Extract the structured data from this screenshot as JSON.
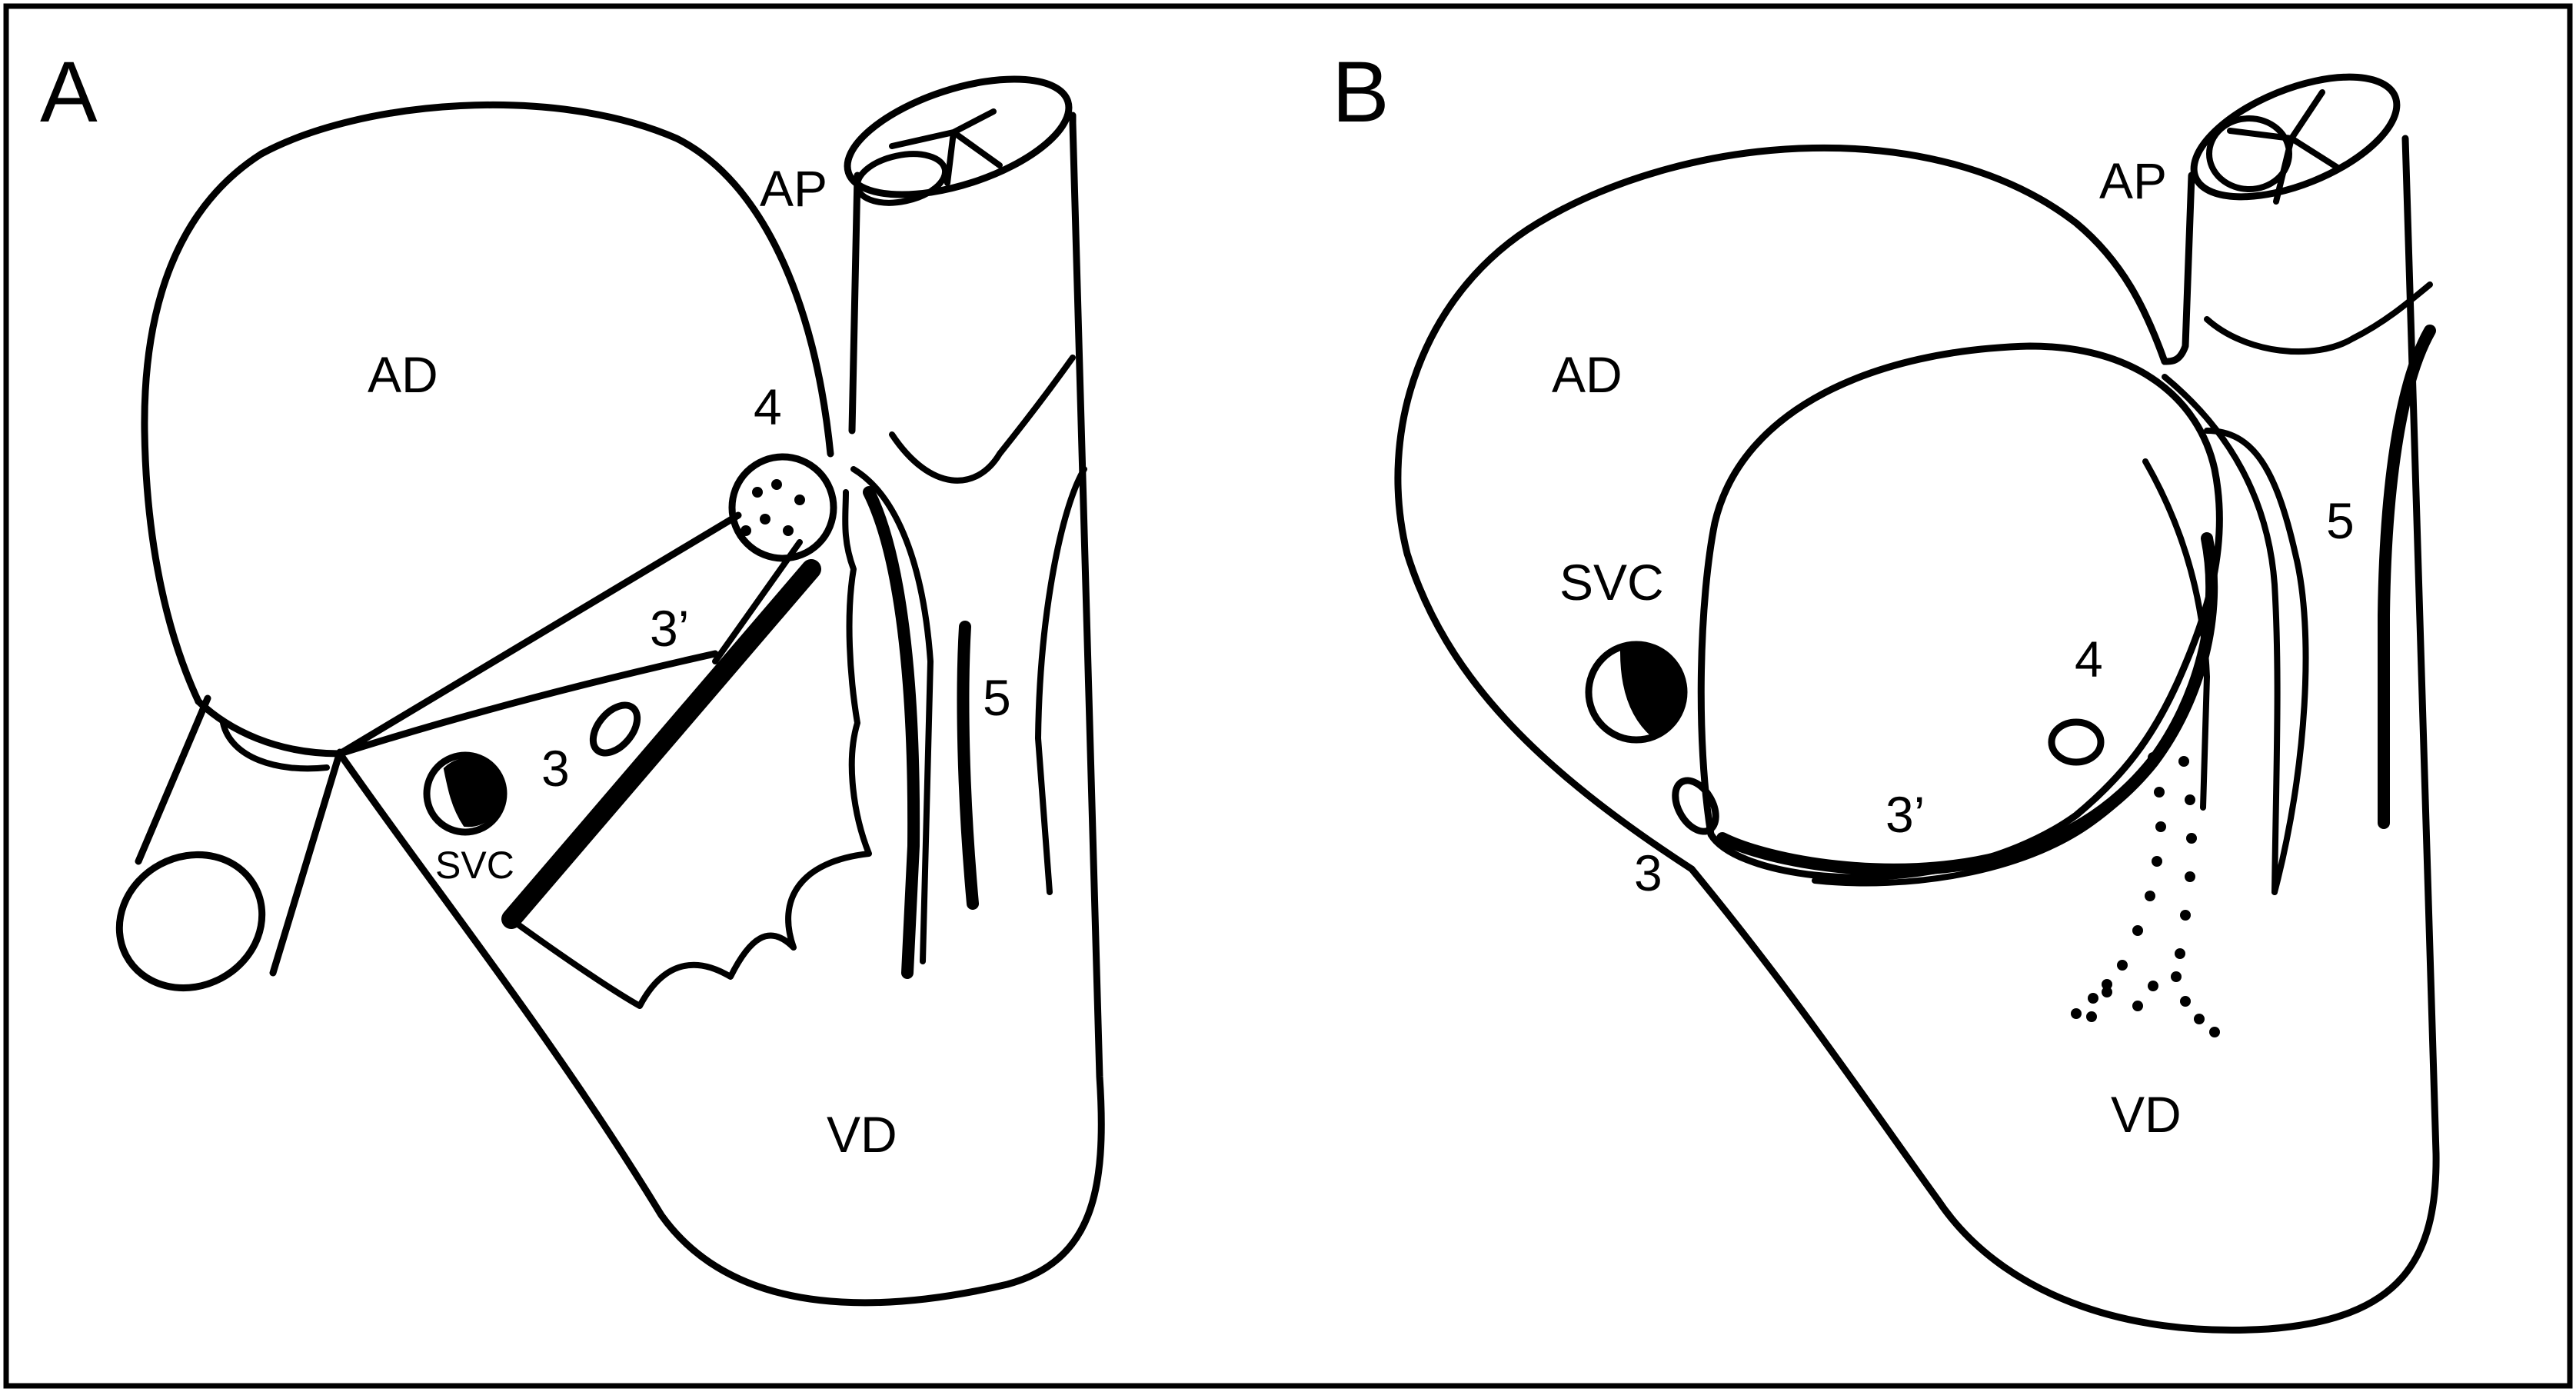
{
  "panels": [
    {
      "letter": "A",
      "labels": {
        "ad": "AD",
        "ap": "AP",
        "vd": "VD",
        "svc": "SVC",
        "n3": "3",
        "n3p": "3’",
        "n4": "4",
        "n5": "5"
      }
    },
    {
      "letter": "B",
      "labels": {
        "ad": "AD",
        "ap": "AP",
        "vd": "VD",
        "svc": "SVC",
        "n3": "3",
        "n3p": "3’",
        "n4": "4",
        "n5": "5"
      }
    }
  ],
  "colors": {
    "stroke": "#000000",
    "background": "#ffffff"
  }
}
